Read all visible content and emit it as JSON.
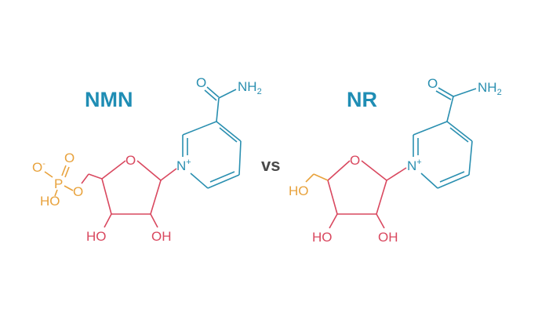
{
  "colors": {
    "nicotinamide": "#2a8fb0",
    "title": "#1f8db4",
    "ribose": "#d9485f",
    "phosphate": "#e8a23c",
    "vs": "#4a4a4a",
    "background": "#ffffff"
  },
  "separator": {
    "label": "vs"
  },
  "molecules": [
    {
      "name": "NMN",
      "labels": {
        "carbonyl_o": "O",
        "amide": "NH",
        "amide_sub": "2",
        "pyridinium_n": "N",
        "charge": "+",
        "ring_o": "O",
        "hydroxyl_left": "HO",
        "hydroxyl_right": "OH",
        "phosphate_o_minus": "O",
        "phosphate_o_minus_charge": "-",
        "phosphate_o_double": "O",
        "phosphate_p": "P",
        "phosphate_ho": "HO",
        "ester_o": "O"
      }
    },
    {
      "name": "NR",
      "labels": {
        "carbonyl_o": "O",
        "amide": "NH",
        "amide_sub": "2",
        "pyridinium_n": "N",
        "charge": "+",
        "ring_o": "O",
        "hydroxyl_left": "HO",
        "hydroxyl_right": "OH",
        "primary_ho": "HO"
      }
    }
  ]
}
